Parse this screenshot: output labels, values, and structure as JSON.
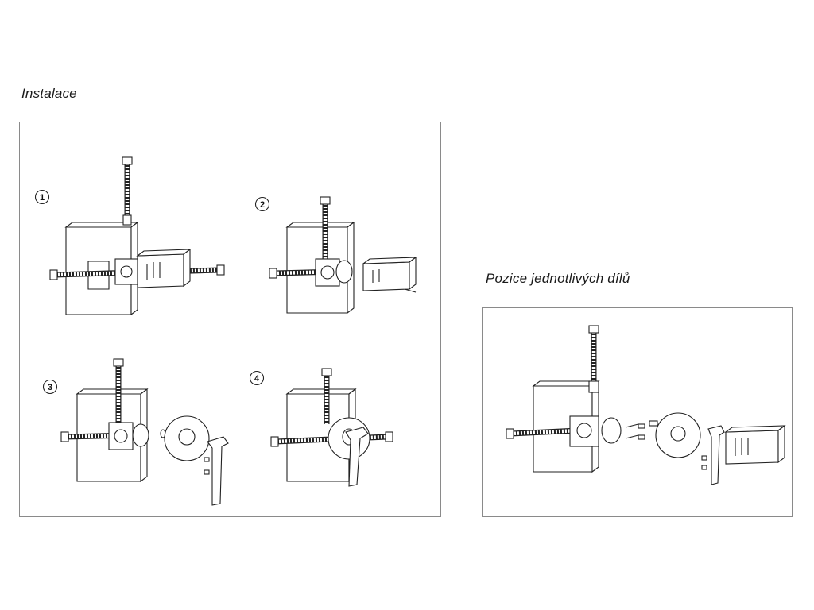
{
  "headings": {
    "installation": "Instalace",
    "parts": "Pozice jednotlivých dílů"
  },
  "steps": [
    {
      "number": "1"
    },
    {
      "number": "2"
    },
    {
      "number": "3"
    },
    {
      "number": "4"
    }
  ]
}
